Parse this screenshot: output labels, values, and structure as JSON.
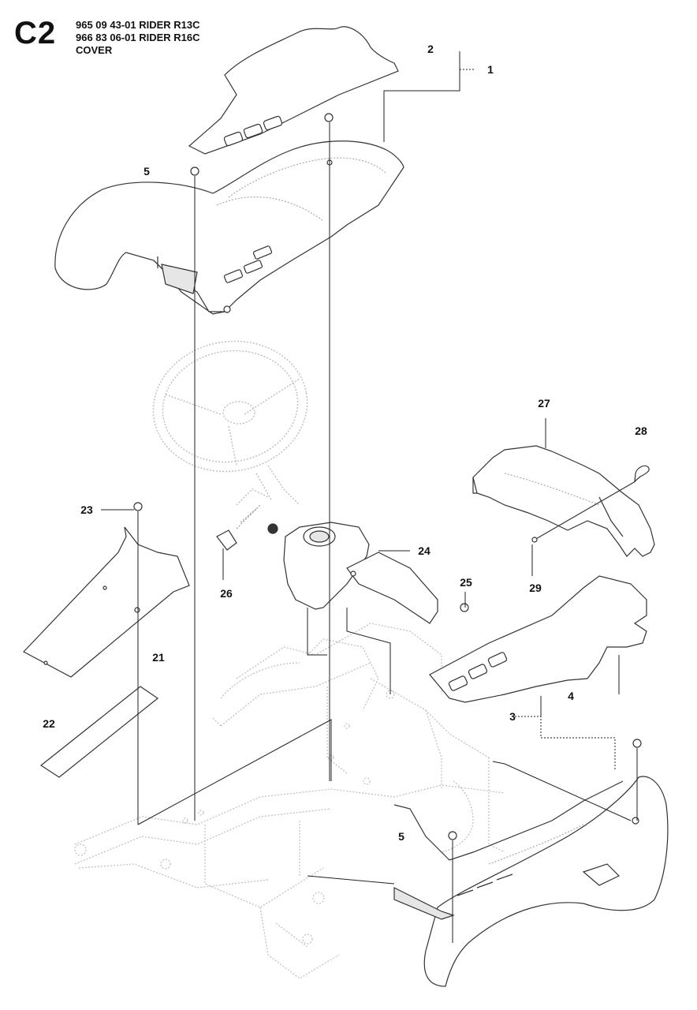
{
  "header": {
    "sheet_code": "C2",
    "lines": [
      "965 09 43-01 RIDER R13C",
      "966 83 06-01 RIDER R16C",
      "COVER"
    ]
  },
  "callouts": [
    "1",
    "2",
    "3",
    "4",
    "5",
    "5",
    "21",
    "22",
    "23",
    "24",
    "25",
    "26",
    "27",
    "28",
    "29"
  ]
}
